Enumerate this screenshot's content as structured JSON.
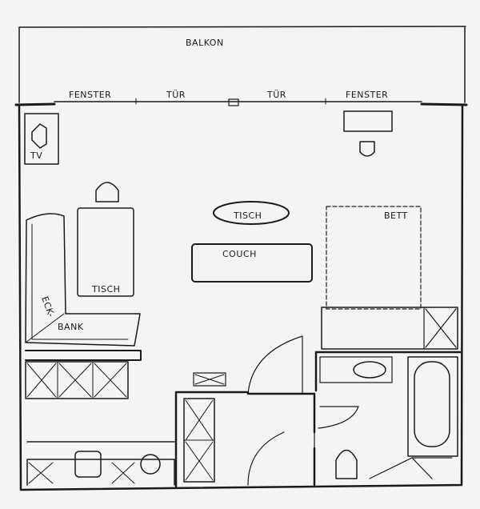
{
  "plan": {
    "balcony_label": "BALKON",
    "window_left_label": "FENSTER",
    "door_left_label": "TÜR",
    "door_right_label": "TÜR",
    "window_right_label": "FENSTER",
    "tv_label": "TV",
    "coffee_table_label": "TISCH",
    "couch_label": "COUCH",
    "bed_label": "BETT",
    "dining_table_label": "TISCH",
    "corner_bench_label_1": "ECK-",
    "corner_bench_label_2": "BANK"
  }
}
